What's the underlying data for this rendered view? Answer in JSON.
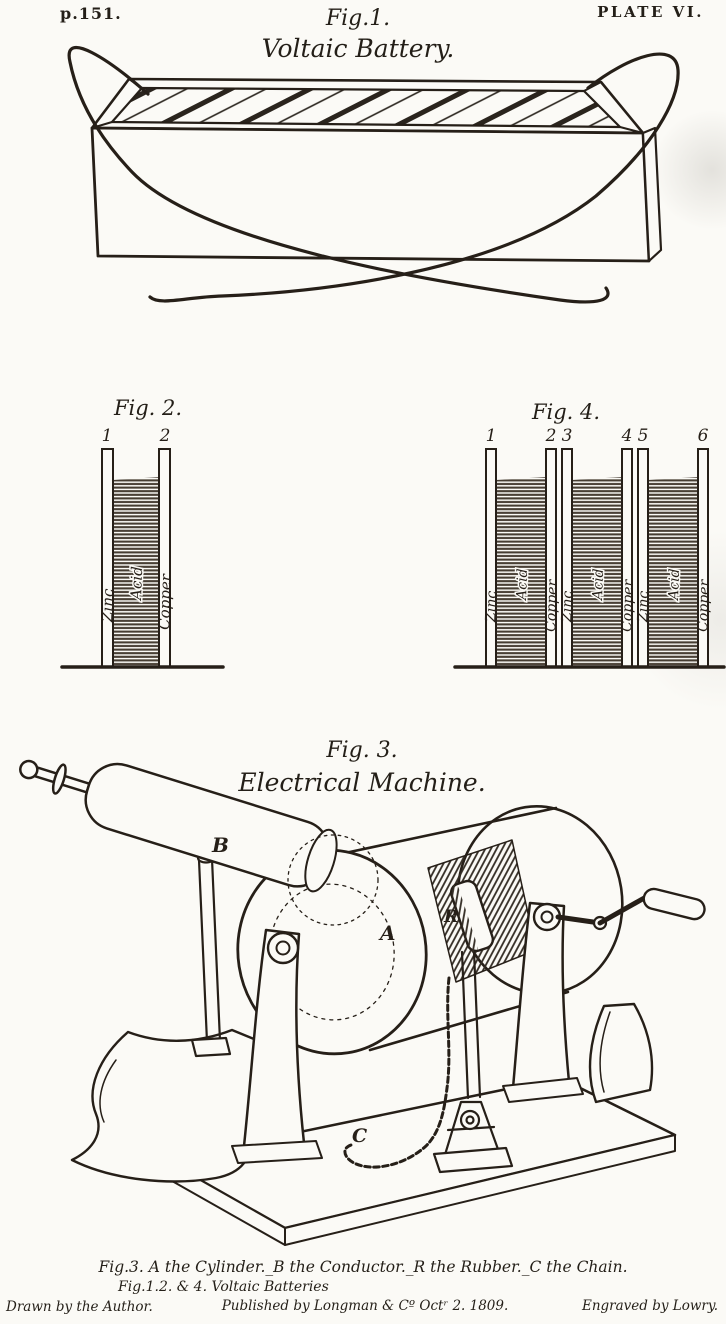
{
  "page": {
    "page_number": "p.151.",
    "plate_label": "PLATE VI."
  },
  "fig1": {
    "title": "Fig.1.",
    "subtitle": "Voltaic Battery."
  },
  "fig2": {
    "title": "Fig. 2.",
    "plate_numbers": [
      "1",
      "2"
    ],
    "labels": [
      "Zinc",
      "Acid",
      "Copper"
    ]
  },
  "fig4": {
    "title": "Fig. 4.",
    "plate_numbers": [
      "1",
      "2",
      "3",
      "4",
      "5",
      "6"
    ],
    "labels": [
      "Zinc",
      "Acid",
      "Copper",
      "Zinc",
      "Acid",
      "Copper",
      "Zinc",
      "Acid",
      "Copper"
    ]
  },
  "fig3": {
    "title": "Fig. 3.",
    "subtitle": "Electrical Machine.",
    "labels": {
      "conductor": "B",
      "cylinder": "A",
      "rubber": "R",
      "chain": "C"
    }
  },
  "captions": {
    "fig3_caption": "Fig.3. A the Cylinder._B the Conductor._R the Rubber._C the Chain.",
    "fig124_caption": "Fig.1.2. & 4. Voltaic Batteries",
    "drawn_by": "Drawn by the Author.",
    "published": "Published by Longman & Cº Octʳ 2. 1809.",
    "engraved_by": "Engraved by Lowry."
  },
  "colors": {
    "ink": "#261f18",
    "paper": "#fbfaf6",
    "acid_hatch": "#463d32"
  }
}
